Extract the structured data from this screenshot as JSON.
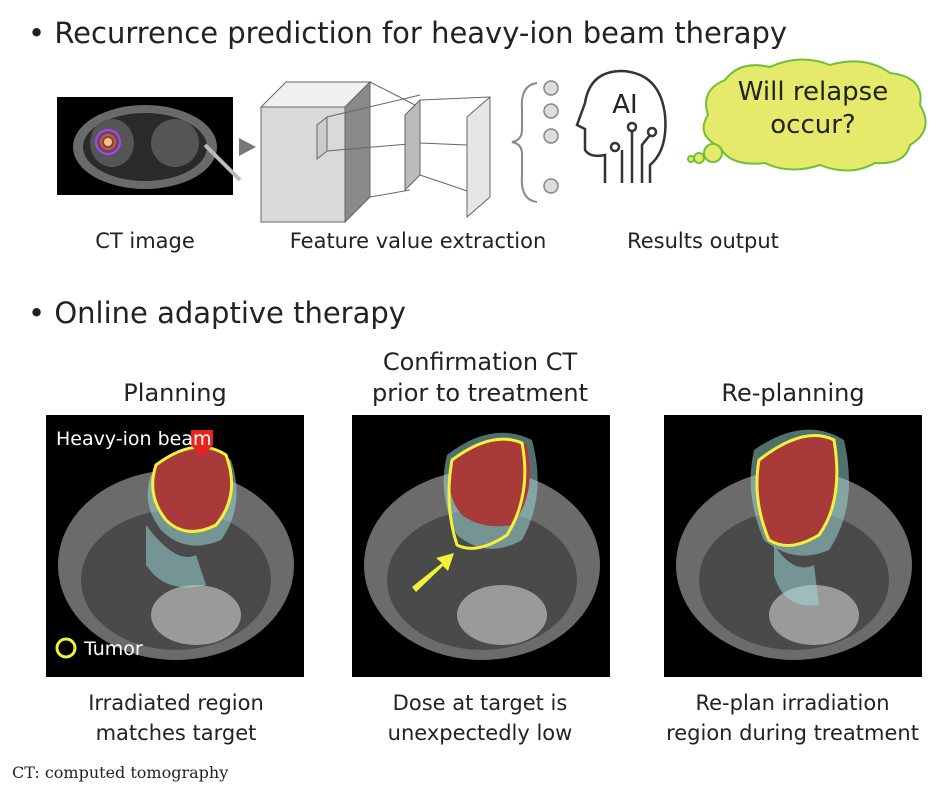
{
  "section1": {
    "title": "• Recurrence prediction for heavy-ion beam therapy",
    "labels": [
      "CT image",
      "Feature value extraction",
      "Results output"
    ],
    "ai_label": "AI",
    "bubble_text": [
      "Will relapse",
      "occur?"
    ]
  },
  "section2": {
    "title": "• Online adaptive therapy",
    "panels": [
      {
        "header": [
          "Planning"
        ],
        "caption": [
          "Irradiated region",
          "matches target"
        ],
        "beam_label": "Heavy-ion beam",
        "legend_label": "Tumor"
      },
      {
        "header": [
          "Confirmation CT",
          "prior to treatment"
        ],
        "caption": [
          "Dose at target is",
          "unexpectedly low"
        ]
      },
      {
        "header": [
          "Re-planning"
        ],
        "caption": [
          "Re-plan irradiation",
          "region during treatment"
        ]
      }
    ]
  },
  "footnote": "CT: computed tomography",
  "colors": {
    "bubble_fill": "#e5ea6a",
    "bubble_border": "#6fbf3a",
    "tumor_contour": "#f2f23a",
    "beam_arrow": "#e8231f"
  }
}
